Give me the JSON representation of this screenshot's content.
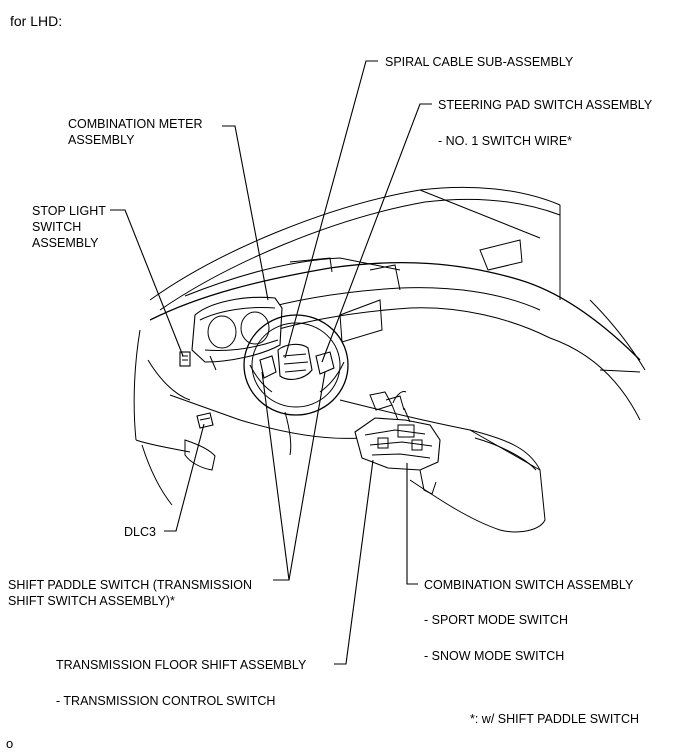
{
  "header": {
    "title": "for LHD:"
  },
  "labels": {
    "spiral_cable": "SPIRAL CABLE SUB-ASSEMBLY",
    "steering_pad": "STEERING PAD SWITCH ASSEMBLY",
    "steering_pad_sub": "- NO. 1 SWITCH WIRE*",
    "combination_meter": "COMBINATION METER\nASSEMBLY",
    "stop_light": "STOP LIGHT\nSWITCH\nASSEMBLY",
    "dlc3": "DLC3",
    "shift_paddle": "SHIFT PADDLE SWITCH (TRANSMISSION\nSHIFT SWITCH ASSEMBLY)*",
    "combination_switch": "COMBINATION SWITCH ASSEMBLY",
    "combination_switch_sub1": "- SPORT MODE SWITCH",
    "combination_switch_sub2": "- SNOW MODE SWITCH",
    "floor_shift": "TRANSMISSION FLOOR SHIFT ASSEMBLY",
    "floor_shift_sub": "- TRANSMISSION CONTROL SWITCH",
    "footnote": "*: w/ SHIFT PADDLE SWITCH"
  },
  "figure_id": "o"
}
